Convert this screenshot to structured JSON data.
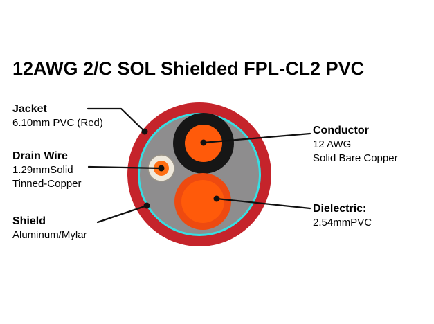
{
  "title": "12AWG 2/C SOL Shielded FPL-CL2 PVC",
  "labels": {
    "jacket": {
      "heading": "Jacket",
      "detail1": "6.10mm PVC (Red)"
    },
    "drain_wire": {
      "heading": "Drain Wire",
      "detail1": "1.29mmSolid",
      "detail2": "Tinned-Copper"
    },
    "shield": {
      "heading": "Shield",
      "detail1": "Aluminum/Mylar"
    },
    "conductor": {
      "heading": "Conductor",
      "detail1": "12 AWG",
      "detail2": "Solid Bare Copper"
    },
    "dielectric": {
      "heading": "Dielectric:",
      "detail1": "2.54mmPVC"
    }
  },
  "colors": {
    "jacket_red": "#c5242b",
    "shield_cyan": "#35dfe4",
    "filler_gray": "#8e8d8e",
    "insulation_black": "#161616",
    "conductor_orange": "#ff5a0a",
    "dielectric_orange": "#ee4a10",
    "drain_ring_white": "#efe9dc",
    "drain_ring_border": "#9a9488",
    "drain_core_orange": "#ff6f14"
  }
}
